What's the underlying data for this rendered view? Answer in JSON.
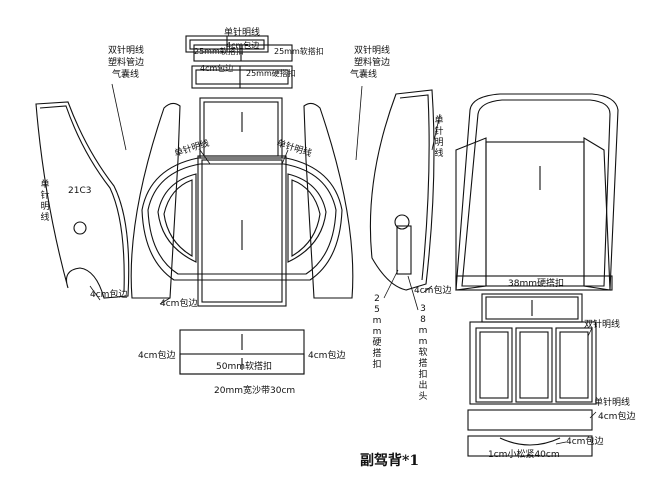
{
  "title": "副驾背*1",
  "labels": {
    "top_single": "单针明线",
    "top_baobian_small": "4cm包边",
    "top_25_soft": "25mm软搭扣",
    "top_25_soft_left": "25mm软搭扣",
    "top_4cm_b": "4cm包边",
    "top_25_hard": "25mm硬搭扣",
    "left_double": "双针明线",
    "left_pipe": "塑料管边",
    "left_air": "气囊线",
    "right_double": "双针明线",
    "right_pipe": "塑料管边",
    "right_air": "气囊线",
    "left_single_v": "单针明线",
    "code": "21C3",
    "left_4cm": "4cm包边",
    "mid_4cm": "4cm包边",
    "arc_left": "单针明线",
    "arc_right": "单针明线",
    "right_single_v": "单针明线",
    "right_4cm": "4cm包边",
    "v_25": "25 mm 硬 搭 扣",
    "v_38": "38 mm 软 搭 扣 出 头",
    "back_38": "38mm硬搭扣",
    "lower_double": "双针明线",
    "lower_single": "单针明线",
    "lower_4cm_a": "4cm包边",
    "lower_4cm_b": "4cm包边",
    "bottom_belt": "1cm小松紧40cm",
    "bar_left_4cm": "4cm包边",
    "bar_right_4cm": "4cm包边",
    "bar_50": "50mm软搭扣",
    "bar_below": "20mm宽沙带30cm"
  }
}
